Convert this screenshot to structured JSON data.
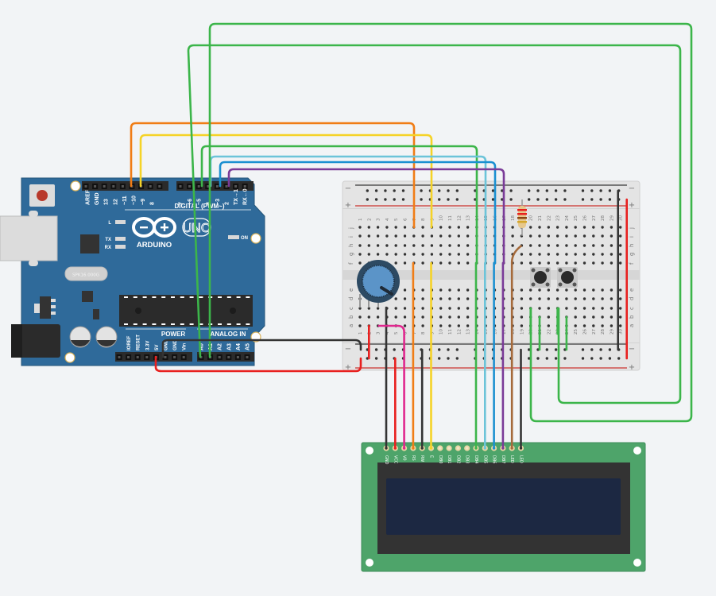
{
  "arduino": {
    "model": "UNO",
    "brand": "ARDUINO",
    "crystal": "SPK16.000G",
    "digital_header_label": "DIGITAL (PWM~)",
    "power_header_label": "POWER",
    "analog_header_label": "ANALOG IN",
    "leds": [
      "L",
      "TX",
      "RX",
      "ON"
    ],
    "digital_pins_left": [
      "AREF",
      "GND",
      "13",
      "12",
      "~11",
      "~10",
      "~9",
      "8"
    ],
    "digital_pins_right": [
      "7",
      "~6",
      "~5",
      "4",
      "~3",
      "2",
      "TX→1",
      "RX←0"
    ],
    "power_pins": [
      "IOREF",
      "RESET",
      "3.3V",
      "5V",
      "GND",
      "GND",
      "Vin"
    ],
    "analog_pins": [
      "A0",
      "A1",
      "A2",
      "A3",
      "A4",
      "A5"
    ],
    "colors": {
      "board": "#2f6a9a",
      "header": "#2b2b2b"
    }
  },
  "breadboard": {
    "rows_top": [
      "j",
      "i",
      "h",
      "g",
      "f"
    ],
    "rows_bottom": [
      "e",
      "d",
      "c",
      "b",
      "a"
    ],
    "columns": 30,
    "rail_minus": "−",
    "rail_plus": "+"
  },
  "lcd": {
    "pins": [
      "GND",
      "VCC",
      "V0",
      "RS",
      "RW",
      "E",
      "DB0",
      "DB1",
      "DB2",
      "DB3",
      "DB4",
      "DB5",
      "DB6",
      "DB7",
      "LED",
      "LED"
    ],
    "pin_colors": [
      "#333333",
      "#e8201f",
      "#e0278e",
      "#f07d16",
      "#333333",
      "#f5d327",
      "#f1e5c7",
      "#f1e5c7",
      "#f1e5c7",
      "#f1e5c7",
      "#3cb54a",
      "#6cc4d9",
      "#1b90d1",
      "#7a3b98",
      "#a56a3b",
      "#333333"
    ],
    "colors": {
      "pcb": "#4ea46a",
      "bezel": "#333333",
      "screen": "#1c2842"
    }
  },
  "components": {
    "potentiometer": "potentiometer",
    "resistor_bands": [
      "#e8201f",
      "#e8201f",
      "#8b4513",
      "#d4a72c"
    ],
    "pushbuttons": 2
  },
  "wires": [
    {
      "name": "wire-d12-orange",
      "color": "#f07d16"
    },
    {
      "name": "wire-d11-yellow",
      "color": "#f5d327"
    },
    {
      "name": "wire-d5-green",
      "color": "#3cb54a"
    },
    {
      "name": "wire-d4-lightblue",
      "color": "#6cc4d9"
    },
    {
      "name": "wire-d3-blue",
      "color": "#1b90d1"
    },
    {
      "name": "wire-d2-purple",
      "color": "#7a3b98"
    },
    {
      "name": "wire-a0-green",
      "color": "#3cb54a"
    },
    {
      "name": "wire-a1-green",
      "color": "#3cb54a"
    },
    {
      "name": "wire-gnd-black",
      "color": "#333333"
    },
    {
      "name": "wire-5v-red",
      "color": "#e8201f"
    }
  ]
}
